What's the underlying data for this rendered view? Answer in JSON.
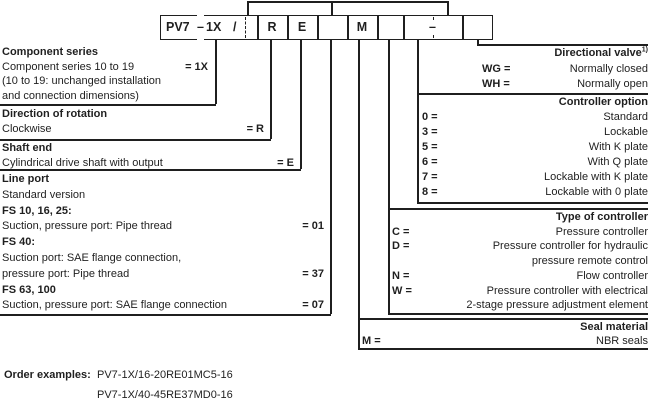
{
  "colors": {
    "ink": "#1f1f1f",
    "background": "#ffffff"
  },
  "type_code": {
    "prefix": "PV7",
    "dash": "–",
    "series": "1X",
    "slash": "/",
    "boxes": [
      "R",
      "E",
      "",
      "M",
      ""
    ],
    "wide_box_dash": "–",
    "last_box": ""
  },
  "sections_left": [
    {
      "title": "Component series",
      "rows": [
        {
          "text": "Component series 10 to 19",
          "value": "= 1X"
        },
        {
          "text": "(10 to 19: unchanged installation",
          "value": ""
        },
        {
          "text": "and connection dimensions)",
          "value": ""
        }
      ]
    },
    {
      "title": "Direction of rotation",
      "rows": [
        {
          "text": "Clockwise",
          "value": "= R"
        }
      ]
    },
    {
      "title": "Shaft end",
      "rows": [
        {
          "text": "Cylindrical drive shaft with output",
          "value": "= E"
        }
      ]
    },
    {
      "title": "Line port",
      "rows": [
        {
          "text": "Standard version",
          "value": ""
        },
        {
          "text": "FS 10, 16, 25:",
          "value": "",
          "bold": true
        },
        {
          "text": "Suction, pressure port: Pipe thread",
          "value": "= 01"
        },
        {
          "text": "FS 40:",
          "value": "",
          "bold": true
        },
        {
          "text": "Suction port: SAE flange connection,",
          "value": ""
        },
        {
          "text": "pressure port: Pipe thread",
          "value": "= 37"
        },
        {
          "text": "FS 63, 100",
          "value": "",
          "bold": true
        },
        {
          "text": "Suction, pressure port: SAE flange connection",
          "value": "= 07"
        }
      ]
    }
  ],
  "sections_right": [
    {
      "title": "Directional valve",
      "title_sup": "1)",
      "rows": [
        {
          "key": "WG =",
          "text": "Normally closed"
        },
        {
          "key": "WH =",
          "text": "Normally open"
        }
      ]
    },
    {
      "title": "Controller option",
      "rows": [
        {
          "key": "0 =",
          "text": "Standard"
        },
        {
          "key": "3 =",
          "text": "Lockable"
        },
        {
          "key": "5 =",
          "text": "With K plate"
        },
        {
          "key": "6 =",
          "text": "With Q plate"
        },
        {
          "key": "7 =",
          "text": "Lockable with K plate"
        },
        {
          "key": "8 =",
          "text": "Lockable with 0 plate"
        }
      ]
    },
    {
      "title": "Type of controller",
      "rows": [
        {
          "key": "C =",
          "text": "Pressure controller"
        },
        {
          "key": "D =",
          "text": "Pressure controller for hydraulic"
        },
        {
          "key": "",
          "text": "pressure remote control"
        },
        {
          "key": "N =",
          "text": "Flow controller"
        },
        {
          "key": "W =",
          "text": "Pressure controller with electrical"
        },
        {
          "key": "",
          "text": "2-stage pressure adjustment element"
        }
      ]
    },
    {
      "title": "Seal material",
      "rows": [
        {
          "key": "M =",
          "text": "NBR seals"
        }
      ]
    }
  ],
  "order_examples": {
    "label": "Order examples:",
    "examples": [
      "PV7-1X/16-20RE01MC5-16",
      "PV7-1X/40-45RE37MD0-16"
    ]
  }
}
